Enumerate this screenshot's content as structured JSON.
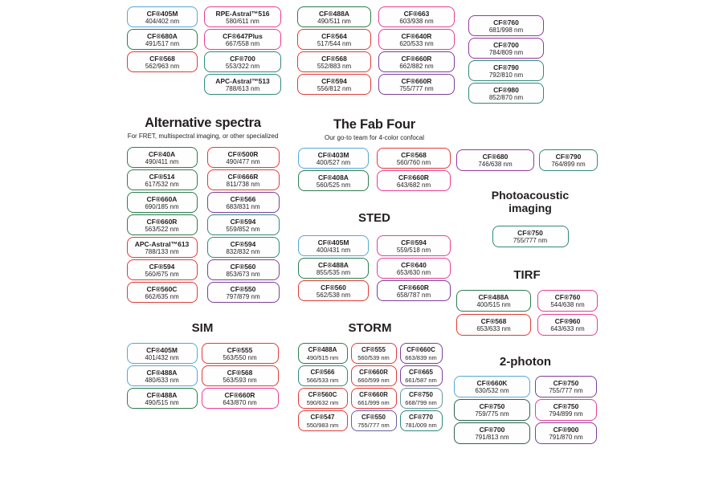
{
  "palette": {
    "blue": "#56a7d8",
    "green": "#2e7d4e",
    "dark_green": "#2e6151",
    "teal": "#2f8a7c",
    "red": "#e03c38",
    "pink": "#e93d96",
    "purple": "#7d3f98",
    "violet": "#96389b",
    "slate_purple": "#66619f",
    "slate_teal": "#69949e"
  },
  "sections": {
    "top_left": {
      "columns": [
        [
          {
            "name": "CF®405M",
            "value": "404/402 nm",
            "color": "blue"
          },
          {
            "name": "CF®680A",
            "value": "491/517 nm",
            "color": "green"
          },
          {
            "name": "CF®568",
            "value": "562/963 nm",
            "color": "red"
          }
        ],
        [
          {
            "name": "RPE-Astral™516",
            "value": "580/611 nm",
            "color": "pink"
          },
          {
            "name": "CF®647Plus",
            "value": "667/558 nm",
            "color": "pink"
          },
          {
            "name": "CF®700",
            "value": "553/322 nm",
            "color": "teal"
          },
          {
            "name": "APC-Astral™513",
            "value": "788/613 nm",
            "color": "teal"
          }
        ]
      ]
    },
    "top_mid": {
      "columns": [
        [
          {
            "name": "CF®488A",
            "value": "490/511 nm",
            "color": "green"
          },
          {
            "name": "CF®564",
            "value": "517/544 nm",
            "color": "red"
          },
          {
            "name": "CF®568",
            "value": "552/883 nm",
            "color": "red"
          },
          {
            "name": "CF®594",
            "value": "556/812 nm",
            "color": "red"
          }
        ],
        [
          {
            "name": "CF®663",
            "value": "603/938 nm",
            "color": "pink"
          },
          {
            "name": "CF®640R",
            "value": "620/533 nm",
            "color": "pink"
          },
          {
            "name": "CF®660R",
            "value": "662/882 nm",
            "color": "purple"
          },
          {
            "name": "CF®660R",
            "value": "755/777 nm",
            "color": "purple"
          }
        ]
      ]
    },
    "top_right": {
      "columns": [
        [
          {
            "name": "CF®760",
            "value": "681/998 nm",
            "color": "violet"
          },
          {
            "name": "CF®700",
            "value": "784/809 nm",
            "color": "violet"
          },
          {
            "name": "CF®790",
            "value": "792/810 nm",
            "color": "teal"
          },
          {
            "name": "CF®980",
            "value": "852/870 nm",
            "color": "teal"
          }
        ]
      ]
    },
    "alternative": {
      "title": "Alternative spectra",
      "subtitle": "For FRET, multispectral imaging, or other specialized",
      "columns": [
        [
          {
            "name": "CF®40A",
            "value": "490/411 nm",
            "color": "green"
          },
          {
            "name": "CF®514",
            "value": "617/532 nm",
            "color": "green"
          },
          {
            "name": "CF®660A",
            "value": "690/185 nm",
            "color": "green"
          },
          {
            "name": "CF®660R",
            "value": "563/522 nm",
            "color": "green"
          },
          {
            "name": "APC-Astral™613",
            "value": "788/133 nm",
            "color": "red"
          },
          {
            "name": "CF®594",
            "value": "560/675 nm",
            "color": "red"
          },
          {
            "name": "CF®560C",
            "value": "662/635 nm",
            "color": "red"
          }
        ],
        [
          {
            "name": "CF®500R",
            "value": "490/477 nm",
            "color": "red"
          },
          {
            "name": "CF®666R",
            "value": "811/738 nm",
            "color": "red"
          },
          {
            "name": "CF®566",
            "value": "683/831 nm",
            "color": "purple"
          },
          {
            "name": "CF®594",
            "value": "559/852 nm",
            "color": "teal"
          },
          {
            "name": "CF®594",
            "value": "832/832 nm",
            "color": "teal"
          },
          {
            "name": "CF®560",
            "value": "853/673 nm",
            "color": "purple"
          },
          {
            "name": "CF®550",
            "value": "797/879 nm",
            "color": "purple"
          }
        ]
      ]
    },
    "fab_four": {
      "title": "The Fab Four",
      "subtitle": "Our go-to team for 4-color confocal",
      "columns": [
        [
          {
            "name": "CF®403M",
            "value": "400/527 nm",
            "color": "blue"
          },
          {
            "name": "CF®408A",
            "value": "560/525 nm",
            "color": "green"
          }
        ],
        [
          {
            "name": "CF®568",
            "value": "560/760 nm",
            "color": "red"
          },
          {
            "name": "CF®660R",
            "value": "643/682 nm",
            "color": "pink"
          }
        ]
      ]
    },
    "sted": {
      "title": "STED",
      "columns": [
        [
          {
            "name": "CF®405M",
            "value": "400/431 nm",
            "color": "blue"
          },
          {
            "name": "CF®488A",
            "value": "855/535 nm",
            "color": "green"
          },
          {
            "name": "CF®560",
            "value": "562/538 nm",
            "color": "red"
          }
        ],
        [
          {
            "name": "CF®594",
            "value": "559/518 nm",
            "color": "pink"
          },
          {
            "name": "CF®640",
            "value": "653/630 nm",
            "color": "pink"
          },
          {
            "name": "CF®660R",
            "value": "658/787 nm",
            "color": "purple"
          }
        ]
      ]
    },
    "right_pair": {
      "columns": [
        [
          {
            "name": "CF®680",
            "value": "746/638 nm",
            "color": "violet"
          }
        ],
        [
          {
            "name": "CF®790",
            "value": "764/899 nm",
            "color": "teal"
          }
        ]
      ]
    },
    "photoacoustic": {
      "title": "Photoacoustic imaging",
      "columns": [
        [
          {
            "name": "CF®750",
            "value": "755/777 nm",
            "color": "teal"
          }
        ]
      ]
    },
    "tirf": {
      "title": "TIRF",
      "columns": [
        [
          {
            "name": "CF®488A",
            "value": "400/515 nm",
            "color": "green"
          },
          {
            "name": "CF®568",
            "value": "653/633 nm",
            "color": "red"
          }
        ],
        [
          {
            "name": "CF®760",
            "value": "544/638 nm",
            "color": "pink"
          },
          {
            "name": "CF®960",
            "value": "643/633 nm",
            "color": "pink"
          }
        ]
      ]
    },
    "sim": {
      "title": "SIM",
      "columns": [
        [
          {
            "name": "CF®405M",
            "value": "401/432 nm",
            "color": "blue"
          },
          {
            "name": "CF®488A",
            "value": "480/633 nm",
            "color": "blue"
          },
          {
            "name": "CF®488A",
            "value": "490/515 nm",
            "color": "green"
          }
        ],
        [
          {
            "name": "CF®555",
            "value": "563/550 nm",
            "color": "red"
          },
          {
            "name": "CF®568",
            "value": "563/593 nm",
            "color": "red"
          },
          {
            "name": "CF®660R",
            "value": "643/870 nm",
            "color": "pink"
          }
        ]
      ]
    },
    "storm": {
      "title": "STORM",
      "columns": [
        [
          {
            "name": "CF®488A",
            "value": "490/515 nm",
            "color": "green"
          },
          {
            "name": "CF®566",
            "value": "566/533 nm",
            "color": "teal"
          },
          {
            "name": "CF®560C",
            "value": "590/632 nm",
            "color": "red"
          },
          {
            "name": "CF®547",
            "value": "550/983 nm",
            "color": "red"
          }
        ],
        [
          {
            "name": "CF®555",
            "value": "560/539 nm",
            "color": "red"
          },
          {
            "name": "CF®660R",
            "value": "660/599 nm",
            "color": "red"
          },
          {
            "name": "CF®660R",
            "value": "661/999 nm",
            "color": "red"
          },
          {
            "name": "CF®550",
            "value": "755/777 nm",
            "color": "slate_purple"
          }
        ],
        [
          {
            "name": "CF®660C",
            "value": "663/839 nm",
            "color": "purple"
          },
          {
            "name": "CF®665",
            "value": "661/587 nm",
            "color": "purple"
          },
          {
            "name": "CF®750",
            "value": "668/799 nm",
            "color": "slate_teal"
          },
          {
            "name": "CF®770",
            "value": "781/009 nm",
            "color": "teal"
          }
        ]
      ]
    },
    "two_photon": {
      "title": "2-photon",
      "columns": [
        [
          {
            "name": "CF®660K",
            "value": "630/532 nm",
            "color": "blue"
          },
          {
            "name": "CF®750",
            "value": "759/775 nm",
            "color": "dark_green"
          },
          {
            "name": "CF®700",
            "value": "791/813 nm",
            "color": "dark_green"
          }
        ],
        [
          {
            "name": "CF®750",
            "value": "755/777 nm",
            "color": "purple"
          },
          {
            "name": "CF®750",
            "value": "794/899 nm",
            "color": "pink"
          },
          {
            "name": "CF®900",
            "value": "791/870 nm",
            "color": "purple"
          }
        ]
      ]
    }
  }
}
